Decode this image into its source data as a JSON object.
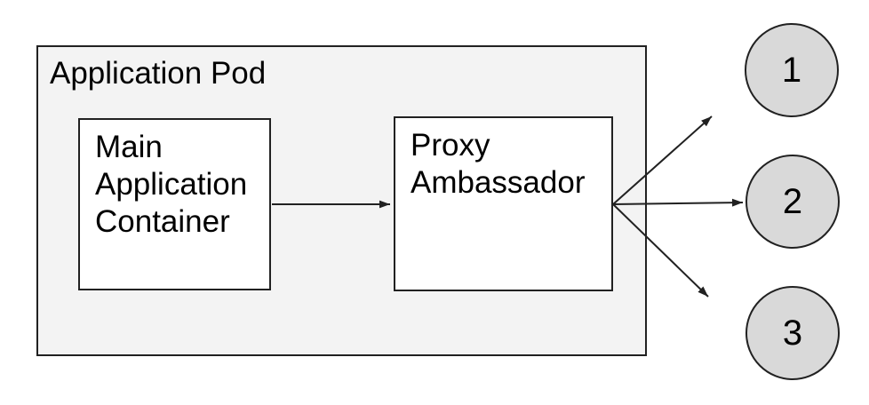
{
  "colors": {
    "canvas-bg": "#ffffff",
    "pod-fill": "#f3f3f3",
    "node-fill": "#ffffff",
    "endpoint-fill": "#d9d9d9",
    "stroke": "#212121",
    "text": "#000000"
  },
  "pod": {
    "label": "Application Pod"
  },
  "nodes": {
    "main": {
      "label": "Main Application Container"
    },
    "proxy": {
      "label": "Proxy Ambassador"
    }
  },
  "endpoints": [
    {
      "label": "1"
    },
    {
      "label": "2"
    },
    {
      "label": "3"
    }
  ],
  "connections": [
    {
      "from": "main-application-container",
      "to": "proxy-ambassador"
    },
    {
      "from": "proxy-ambassador",
      "to": "endpoint-1"
    },
    {
      "from": "proxy-ambassador",
      "to": "endpoint-2"
    },
    {
      "from": "proxy-ambassador",
      "to": "endpoint-3"
    }
  ]
}
